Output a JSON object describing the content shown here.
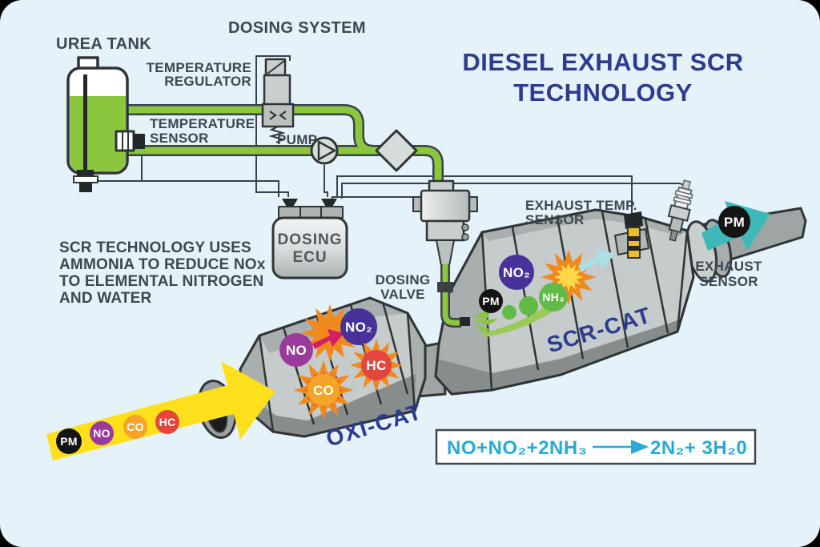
{
  "title": {
    "line1": "DIESEL EXHAUST SCR",
    "line2": "TECHNOLOGY"
  },
  "description": {
    "line1": "SCR TECHNOLOGY USES",
    "line2": "AMMONIA TO REDUCE NOx",
    "line3": "TO ELEMENTAL NITROGEN",
    "line4": "AND WATER"
  },
  "labels": {
    "urea_tank": "UREA TANK",
    "dosing_system": "DOSING SYSTEM",
    "temperature_regulator_line1": "TEMPERATURE",
    "temperature_regulator_line2": "REGULATOR",
    "temperature_sensor_line1": "TEMPERATURE",
    "temperature_sensor_line2": "SENSOR",
    "pump": "PUMP",
    "dosing_ecu_line1": "DOSING",
    "dosing_ecu_line2": "ECU",
    "dosing_valve_line1": "DOSING",
    "dosing_valve_line2": "VALVE",
    "exhaust_temp_sensor_line1": "EXHAUST TEMP.",
    "exhaust_temp_sensor_line2": "SENSOR",
    "exhaust_sensor_line1": "EXHAUST",
    "exhaust_sensor_line2": "SENSOR",
    "oxi_cat": "OXI-CAT",
    "scr_cat": "SCR-CAT"
  },
  "equation": {
    "lhs": "NO+NO₂+2NH₃",
    "rhs": "2N₂+ 3H₂0"
  },
  "badges": {
    "inlet": [
      "PM",
      "NO",
      "CO",
      "HC"
    ],
    "oxi_cat": [
      "NO",
      "NO₂",
      "CO",
      "HC"
    ],
    "scr_cat": [
      "PM",
      "NO₂",
      "NH₃"
    ],
    "outlet": [
      "PM"
    ]
  },
  "colors": {
    "background": "#E5F2FA",
    "frame": "#000000",
    "heading_blue": "#2E3B8F",
    "label_gray": "#3E4750",
    "pipe_green": "#8CC63F",
    "equation_cyan": "#29A9D6",
    "pm_black": "#141414",
    "no_purple": "#9A3A9B",
    "no2_indigo": "#463299",
    "co_orange": "#F4A427",
    "hc_red": "#E4463D",
    "nh3_green": "#62BB46",
    "exhaust_teal": "#3FB8B8",
    "burst_orange": "#F08A1E",
    "arrow_yellow": "#FFE01A"
  }
}
